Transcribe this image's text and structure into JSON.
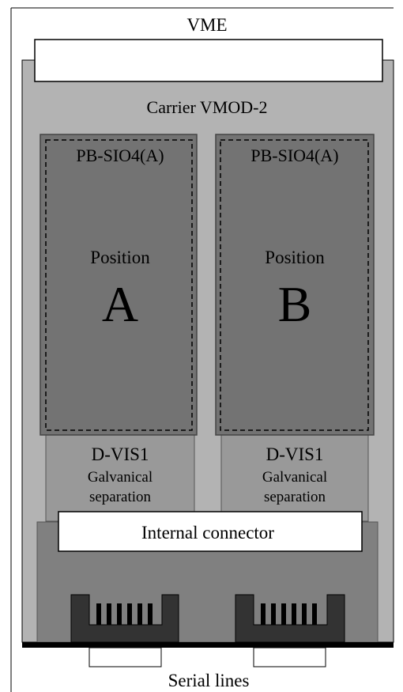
{
  "vme": {
    "label": "VME"
  },
  "carrier": {
    "label": "Carrier VMOD-2"
  },
  "modules": [
    {
      "title": "PB-SIO4(A)",
      "position_label": "Position",
      "position_letter": "A",
      "dvis_title": "D-VIS1",
      "dvis_line1": "Galvanical",
      "dvis_line2": "separation"
    },
    {
      "title": "PB-SIO4(A)",
      "position_label": "Position",
      "position_letter": "B",
      "dvis_title": "D-VIS1",
      "dvis_line1": "Galvanical",
      "dvis_line2": "separation"
    }
  ],
  "internal_connector": {
    "label": "Internal connector"
  },
  "serial": {
    "label": "Serial lines"
  },
  "colors": {
    "carrier_fill": "#b3b3b3",
    "module_fill": "#737373",
    "dvis_fill": "#999999",
    "bottom_fill": "#808080",
    "connector_fill": "#333333",
    "outline": "#000000"
  }
}
